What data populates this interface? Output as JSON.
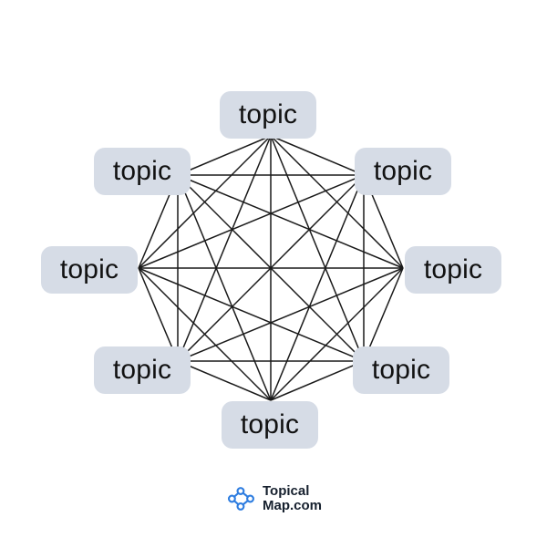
{
  "canvas": {
    "background": "#ffffff"
  },
  "diagram": {
    "type": "network",
    "description": "complete graph of eight topic nodes arranged in an octagon, every node connected to every other node",
    "node_fill": "#d6dce6",
    "node_text_color": "#111111",
    "edge_color": "#1a1a1a",
    "nodes": [
      {
        "id": "top",
        "label": "topic"
      },
      {
        "id": "top-right",
        "label": "topic"
      },
      {
        "id": "right",
        "label": "topic"
      },
      {
        "id": "bottom-right",
        "label": "topic"
      },
      {
        "id": "bottom",
        "label": "topic"
      },
      {
        "id": "bottom-left",
        "label": "topic"
      },
      {
        "id": "left",
        "label": "topic"
      },
      {
        "id": "top-left",
        "label": "topic"
      }
    ],
    "edges": "all-pairs"
  },
  "logo": {
    "icon": "network-icon",
    "icon_color": "#2e7de0",
    "line1": "Topical",
    "line2": "Map.com",
    "text_color": "#16202e"
  }
}
